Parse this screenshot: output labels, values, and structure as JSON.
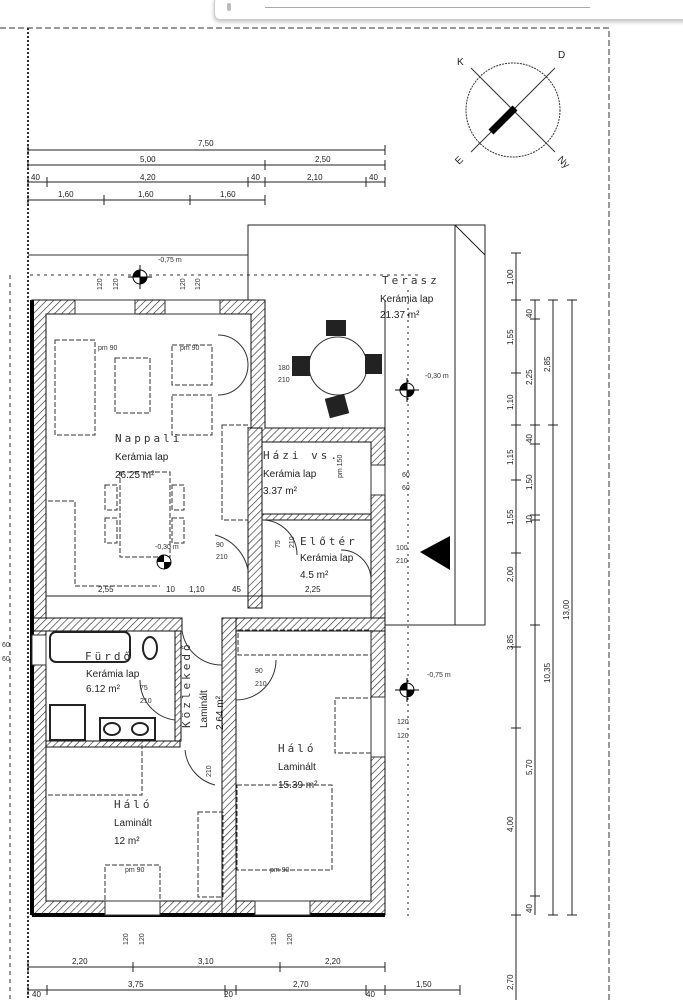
{
  "compass": {
    "north": "K",
    "east": "D",
    "south": "Ny",
    "west": "E"
  },
  "dimensions_top": {
    "row1": [
      "7,50"
    ],
    "row2": [
      "5,00",
      "2,50"
    ],
    "row3": [
      "40",
      "4,20",
      "40",
      "2,10",
      "40"
    ],
    "row4": [
      "1,60",
      "1,60",
      "1,60"
    ]
  },
  "dimensions_right": {
    "col1": [
      "1,00",
      "1,55",
      "1,10",
      "1,15",
      "1,55",
      "2,00",
      "3,85",
      "4,00",
      "2,70"
    ],
    "col2": [
      "40",
      "2,25",
      "40",
      "1,50",
      "10",
      "5,70",
      "40"
    ],
    "col3": [
      "2,85",
      "10,35"
    ],
    "col4": [
      "13,00"
    ]
  },
  "dimensions_bottom": {
    "row1": [
      "2,20",
      "3,10",
      "2,20"
    ],
    "row2": [
      "40",
      "3,75",
      "20",
      "2,70",
      "40"
    ],
    "extra": "1,50"
  },
  "dimensions_inner": [
    "2,55",
    "10",
    "1,10",
    "45",
    "2,25"
  ],
  "levels": [
    "-0,75 m",
    "-0,30 m",
    "-0,30 m",
    "-0,75 m"
  ],
  "openings": {
    "w_top": [
      "120",
      "120",
      "120",
      "120"
    ],
    "terrace_door": [
      "180",
      "210"
    ],
    "utility_window": [
      "60",
      "60"
    ],
    "entrance": [
      "100",
      "210"
    ],
    "hall_door": [
      "90",
      "210"
    ],
    "utility_door": [
      "75",
      "210"
    ],
    "bath_door": [
      "75",
      "210"
    ],
    "bedroom_door": [
      "90",
      "210"
    ],
    "corridor_door": [
      "210"
    ],
    "bedroom_window": [
      "120",
      "120"
    ],
    "bottom_windows": [
      "120",
      "120",
      "120",
      "120"
    ],
    "left_window": [
      "60",
      "60"
    ],
    "parapet": [
      "pm 90",
      "pm 90",
      "pm 90",
      "pm 90",
      "pm 150"
    ]
  },
  "rooms": {
    "terrace": {
      "name": "Terasz",
      "floor": "Kerámia lap",
      "area": "21.37 m²"
    },
    "living": {
      "name": "Nappali",
      "floor": "Kerámia lap",
      "area": "26.25 m²"
    },
    "utility": {
      "name": "Házi vs.",
      "floor": "Kerámia lap",
      "area": "3.37 m²"
    },
    "hall": {
      "name": "Előtér",
      "floor": "Kerámia lap",
      "area": "4.5 m²"
    },
    "bath": {
      "name": "Fürdő",
      "floor": "Kerámia lap",
      "area": "6.12 m²"
    },
    "corridor": {
      "name": "Közlekedő",
      "floor": "Laminált",
      "area": "2.64 m²"
    },
    "bedroom1": {
      "name": "Háló",
      "floor": "Laminált",
      "area": "15.39 m²"
    },
    "bedroom2": {
      "name": "Háló",
      "floor": "Laminált",
      "area": "12 m²"
    }
  }
}
